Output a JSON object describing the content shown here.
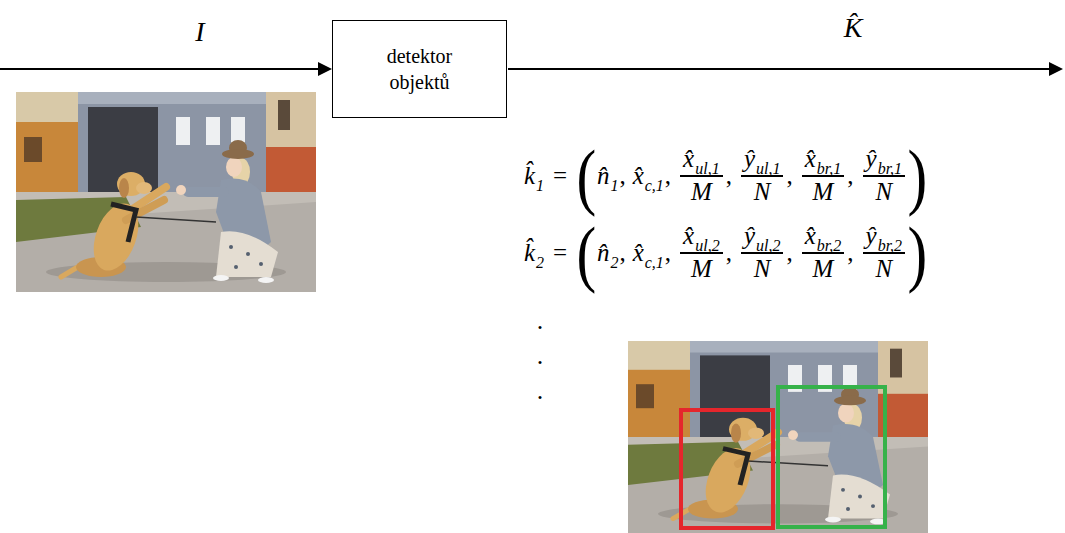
{
  "diagram": {
    "nodes": [
      {
        "text": [
          "detektor objektů"
        ]
      }
    ],
    "labels": [
      "I",
      "K̂",
      "k̂",
      "1",
      "=",
      "(",
      "n̂",
      "1",
      ",",
      "x̂",
      "c,1",
      ",",
      "x̂",
      "ul,1",
      "M",
      ",",
      "ŷ",
      "ul,1",
      "N",
      ",",
      "x̂",
      "br,1",
      "M",
      ",",
      "ŷ",
      "br,1",
      "N",
      ")",
      "k̂",
      "2",
      "=",
      "(",
      "n̂",
      "2",
      ",",
      "x̂",
      "c,1",
      ",",
      "x̂",
      "ul,2",
      "M",
      ",",
      "ŷ",
      "ul,2",
      "N",
      ",",
      "x̂",
      "br,2",
      "M",
      ",",
      "ŷ",
      "br,2",
      "N",
      ")",
      ".",
      ".",
      "."
    ]
  }
}
